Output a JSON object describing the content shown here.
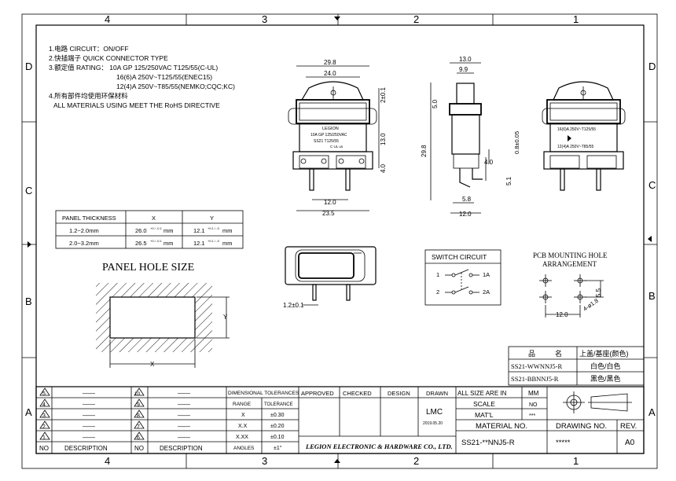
{
  "frame": {
    "columns": [
      "4",
      "3",
      "2",
      "1"
    ],
    "rows": [
      "D",
      "C",
      "B",
      "A"
    ]
  },
  "notes": [
    "1.电路 CIRCUIT：ON/OFF",
    "2.快插端子 QUICK CONNECTOR TYPE",
    "3.额定值 RATING：  10A GP 125/250VAC T125/55(C-UL)",
    "16(6)A 250V~T125/55(ENEC15)",
    "12(4)A 250V~T85/55(NEMKO;CQC;KC)",
    "4.所有部件均使用环保材料",
    "ALL MATERIALS USING MEET THE RoHS DIRECTIVE"
  ],
  "front_view": {
    "dims": {
      "w1": "29.8",
      "w2": "24.0",
      "h1": "2±0.1",
      "h2": "13.0",
      "h3": "4.0",
      "w3": "12.0",
      "w4": "23.5"
    },
    "label_lines": [
      "LEGION",
      "10A GP 125/250VAC",
      "SS21   T125/55",
      "C UL us"
    ]
  },
  "side_view": {
    "dims": {
      "w1": "13.0",
      "w2": "9.9",
      "h1": "5.0",
      "h2": "29.8",
      "d1": "4.0",
      "d2": "0.8±0.05",
      "d3": "5.1",
      "d4": "5.8",
      "d5": "12.0"
    }
  },
  "rear_view": {
    "label_lines": [
      "16(6)A  250V~T125/55",
      "12(4)A  250V~T85/55"
    ]
  },
  "panel_table": {
    "headers": [
      "PANEL THICKNESS",
      "X",
      "Y"
    ],
    "rows": [
      [
        "1.2~2.0mm",
        "26.0",
        "+0 / -0.1",
        "mm",
        "12.1",
        "+0.1 / -0",
        "mm"
      ],
      [
        "2.0~3.2mm",
        "26.5",
        "+0 / -0.1",
        "mm",
        "12.1",
        "+0.1 / -0",
        "mm"
      ]
    ]
  },
  "panel_hole": {
    "title": "PANEL HOLE SIZE",
    "x_label": "X",
    "y_label": "Y"
  },
  "bottom_view": {
    "dim": "1.2±0.1"
  },
  "switch_circuit": {
    "title": "SWITCH CIRCUIT",
    "labels": [
      "1",
      "1A",
      "2",
      "2A"
    ]
  },
  "pcb": {
    "title_1": "PCB MOUNTING HOLE",
    "title_2": "ARRANGEMENT",
    "dims": [
      "5.5",
      "12.0",
      "4-ø1.8"
    ]
  },
  "bom": {
    "headers": [
      "品",
      "名",
      "上盖/基座(颜色)"
    ],
    "rows": [
      [
        "SS21-WWNNJ5-R",
        "白色/白色"
      ],
      [
        "SS21-BBNNJ5-R",
        "黑色/黑色"
      ]
    ]
  },
  "revisions": {
    "left_nos": [
      "5",
      "4",
      "3",
      "2",
      "1"
    ],
    "right_nos": [
      "10",
      "9",
      "8",
      "7",
      "6"
    ],
    "dash": "——",
    "footer_no": "NO",
    "footer_desc": "DESCRIPTION"
  },
  "tolerances": {
    "title": "DIMENSIONAL TOLERANCES",
    "headers": [
      "RANGE",
      "TOLERANCE"
    ],
    "rows": [
      [
        "X",
        "±0.30"
      ],
      [
        "X.X",
        "±0.20"
      ],
      [
        "X.XX",
        "±0.10"
      ],
      [
        "ANGLES",
        "±1°"
      ]
    ]
  },
  "approvals": {
    "approved": "APPROVED",
    "checked": "CHECKED",
    "design": "DESIGN",
    "drawn": "DRAWN",
    "drawn_by": "LMC",
    "date": "2019.05.20"
  },
  "company": "LEGION ELECTRONIC & HARDWARE CO., LTD.",
  "titleblock": {
    "units_label": "ALL SIZE ARE IN",
    "units": "MM",
    "scale_label": "SCALE",
    "scale": "NO",
    "matl_label": "MAT'L",
    "matl": "***",
    "material_no_label": "MATERIAL NO.",
    "material_no": "SS21-**NNJ5-R",
    "drawing_no_label": "DRAWING NO.",
    "drawing_no": "*****",
    "rev_label": "REV.",
    "rev": "A0"
  }
}
